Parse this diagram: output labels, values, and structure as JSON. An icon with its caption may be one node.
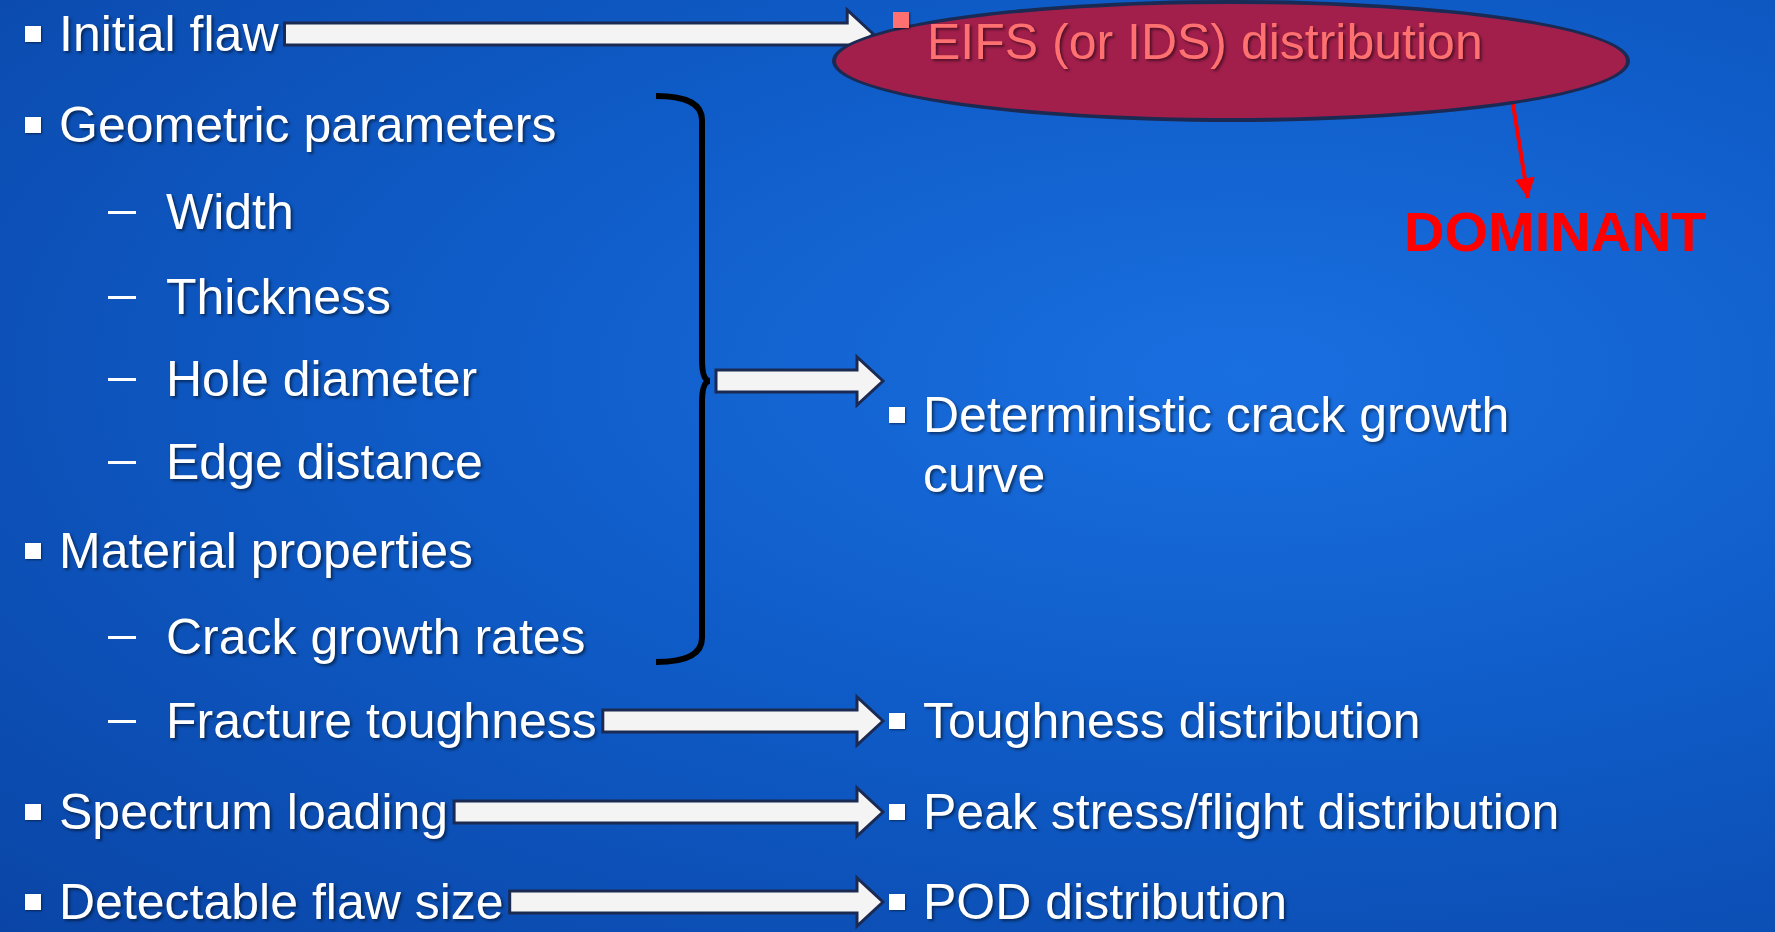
{
  "diagram": {
    "nodes": [
      {
        "text": [
          "Initial flaw"
        ]
      },
      {
        "text": [
          "Geometric parameters"
        ]
      },
      {
        "text": [
          "Width"
        ]
      },
      {
        "text": [
          "Thickness"
        ]
      },
      {
        "text": [
          "Hole diameter"
        ]
      },
      {
        "text": [
          "Edge distance"
        ]
      },
      {
        "text": [
          "Material properties"
        ]
      },
      {
        "text": [
          "Crack growth rates"
        ]
      },
      {
        "text": [
          "Fracture toughness"
        ]
      },
      {
        "text": [
          "Spectrum loading"
        ]
      },
      {
        "text": [
          "Detectable flaw size"
        ]
      },
      {
        "text": [],
        "shape": "bracket"
      },
      {
        "text": [
          "EIFS (or IDS) distribution"
        ]
      },
      {
        "text": [
          "DOMINANT"
        ]
      },
      {
        "text": [
          "Deterministic crack growth curve"
        ]
      },
      {
        "text": [
          "Toughness distribution"
        ]
      },
      {
        "text": [
          "Peak stress/flight distribution"
        ]
      },
      {
        "text": [
          "POD distribution"
        ]
      }
    ],
    "edges": [
      {
        "from": 0,
        "to": 12,
        "arrow": "to"
      },
      {
        "from": 12,
        "to": 13,
        "arrow": "to",
        "color": "#ff0000"
      },
      {
        "from": 11,
        "to": 14,
        "arrow": "to"
      },
      {
        "from": 8,
        "to": 15,
        "arrow": "to"
      },
      {
        "from": 9,
        "to": 16,
        "arrow": "to"
      },
      {
        "from": 10,
        "to": 17,
        "arrow": "to"
      }
    ]
  }
}
